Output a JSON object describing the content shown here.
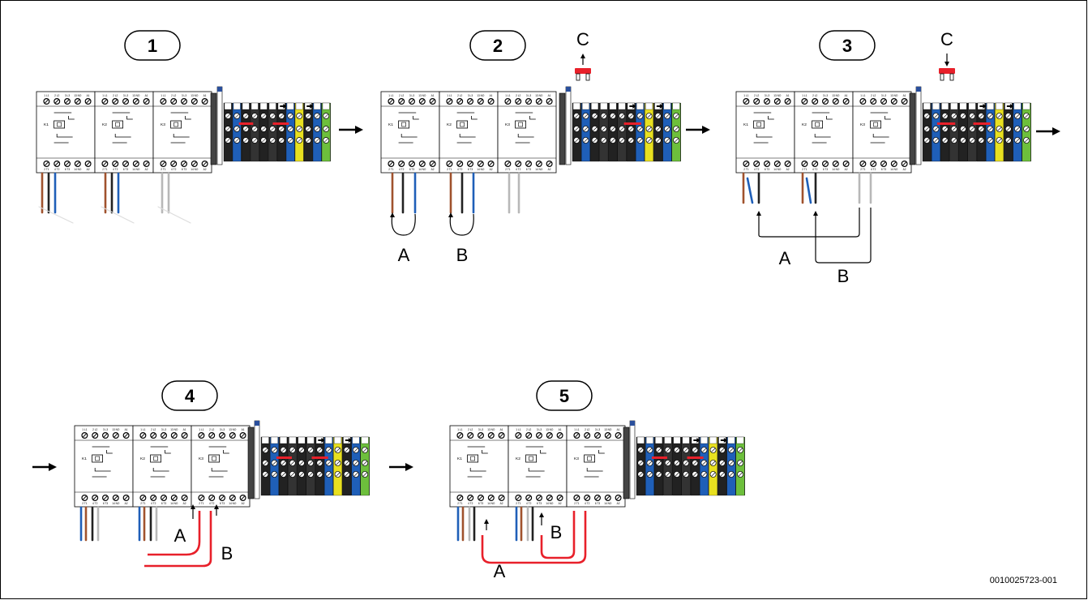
{
  "steps": [
    {
      "number": "1",
      "contactors": [
        "K1",
        "K2",
        "K3"
      ]
    },
    {
      "number": "2",
      "contactors": [
        "K1",
        "K2",
        "K3"
      ],
      "labels": [
        "A",
        "B",
        "C"
      ]
    },
    {
      "number": "3",
      "contactors": [
        "K1",
        "K2",
        "K3"
      ],
      "labels": [
        "A",
        "B",
        "C"
      ]
    },
    {
      "number": "4",
      "contactors": [
        "K1",
        "K2",
        "K3"
      ],
      "labels": [
        "A",
        "B"
      ]
    },
    {
      "number": "5",
      "contactors": [
        "K1",
        "K2",
        "K3"
      ],
      "labels": [
        "A",
        "B"
      ]
    }
  ],
  "top_terminals": [
    "1 L1",
    "2 L2",
    "3 L3",
    "13 NO",
    "A1"
  ],
  "bottom_terminals": [
    "2 T1",
    "4 T2",
    "6 T3",
    "14 NO",
    "A2"
  ],
  "reference": "0010025723-001",
  "colors": {
    "red_bridge": "#e8202a",
    "brown_wire": "#a0522d",
    "blue_wire": "#1f5fb8",
    "grey_wire": "#b8b8b8",
    "green_terminal": "#6dbf3c",
    "yellow_terminal": "#e8e020"
  }
}
